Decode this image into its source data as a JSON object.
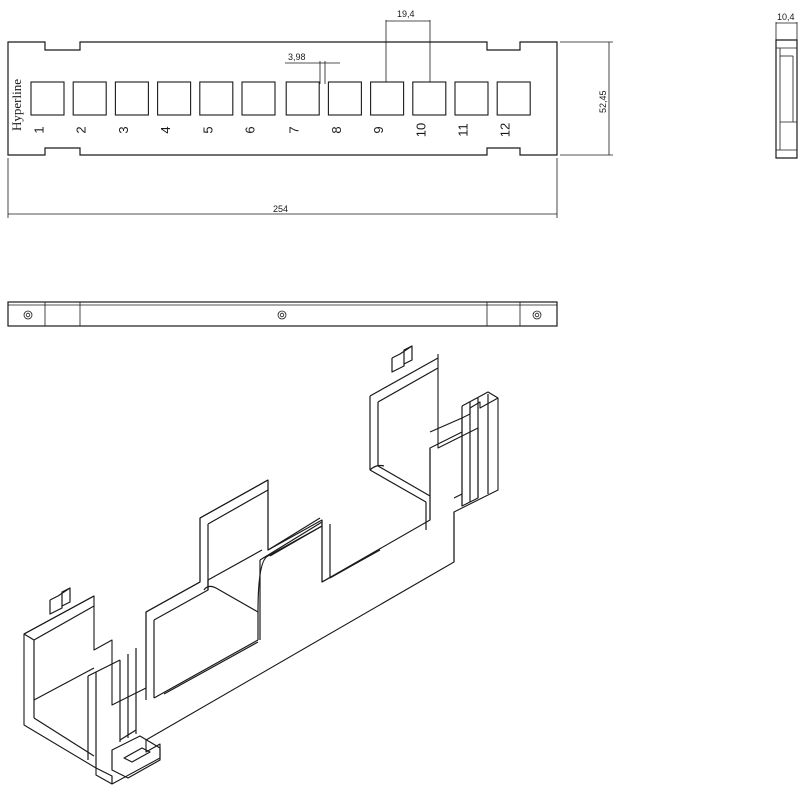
{
  "front_view": {
    "brand": "Hyperline",
    "ports": [
      "1",
      "2",
      "3",
      "4",
      "5",
      "6",
      "7",
      "8",
      "9",
      "10",
      "11",
      "12"
    ]
  },
  "dimensions": {
    "width_total": "254",
    "height": "52,45",
    "port_pitch": "19,4",
    "gap": "3,98",
    "depth": "10,4"
  },
  "colors": {
    "line": "#1a1a1a",
    "background": "#ffffff"
  }
}
